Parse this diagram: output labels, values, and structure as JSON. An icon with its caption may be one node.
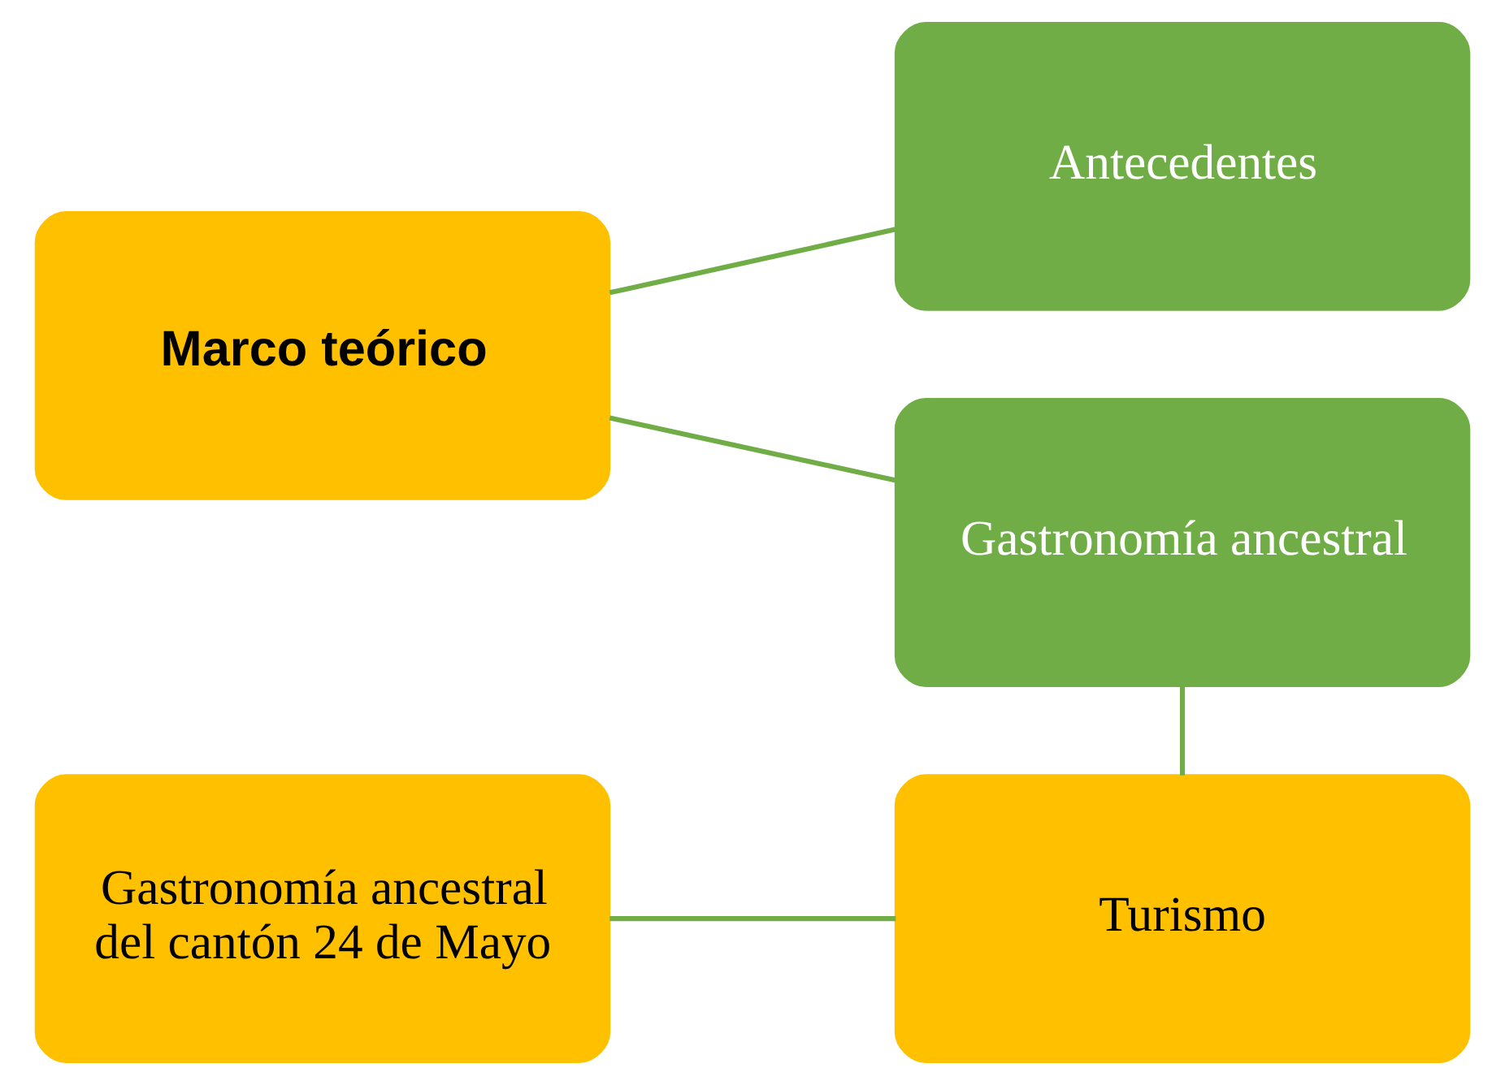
{
  "diagram": {
    "nodes": [
      {
        "text": [
          "Marco teórico"
        ]
      },
      {
        "text": [
          "Antecedentes"
        ]
      },
      {
        "text": [
          "Gastronomía ancestral"
        ]
      },
      {
        "text": [
          "Turismo"
        ]
      },
      {
        "text": [
          "Gastronomía ancestral del cantón 24 de Mayo"
        ]
      }
    ],
    "edges": [
      {
        "from": 0,
        "to": 1,
        "arrow": "none"
      },
      {
        "from": 0,
        "to": 2,
        "arrow": "none"
      },
      {
        "from": 2,
        "to": 3,
        "arrow": "none"
      },
      {
        "from": 4,
        "to": 3,
        "arrow": "none"
      }
    ]
  }
}
